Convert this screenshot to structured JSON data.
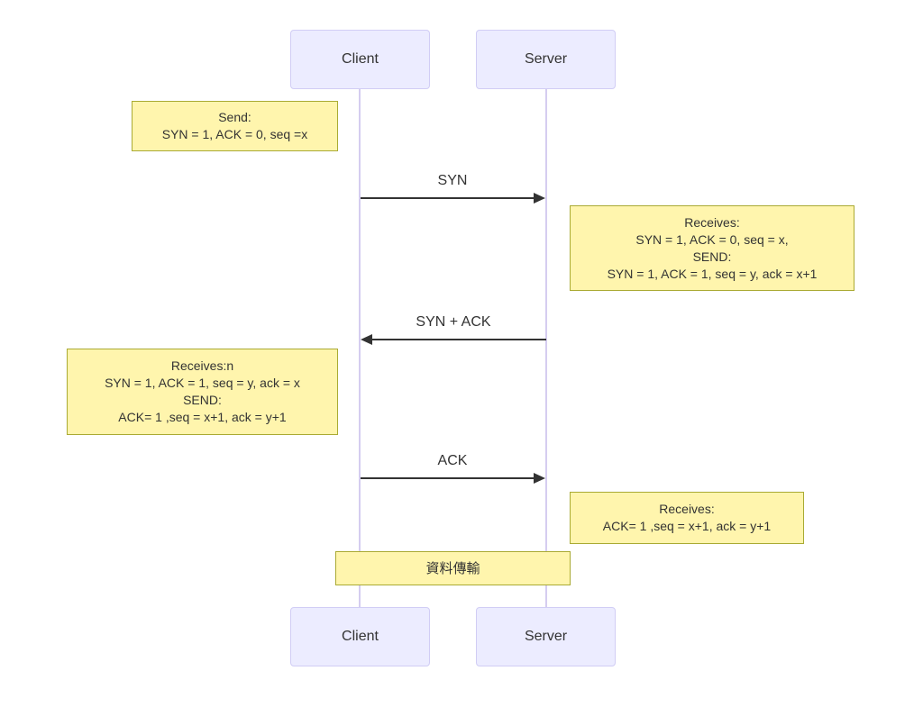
{
  "diagram": {
    "type": "sequence",
    "actors": [
      {
        "name": "Client"
      },
      {
        "name": "Server"
      }
    ],
    "messages": [
      {
        "label": "SYN",
        "from": "Client",
        "to": "Server",
        "direction": "right"
      },
      {
        "label": "SYN + ACK",
        "from": "Server",
        "to": "Client",
        "direction": "left"
      },
      {
        "label": "ACK",
        "from": "Client",
        "to": "Server",
        "direction": "right"
      }
    ],
    "notes": [
      {
        "position": "left-of-client",
        "lines": [
          "Send:",
          "SYN = 1, ACK = 0, seq =x"
        ]
      },
      {
        "position": "right-of-server",
        "lines": [
          "Receives:",
          "SYN = 1, ACK = 0, seq = x,",
          "SEND:",
          "SYN = 1, ACK = 1, seq = y, ack = x+1"
        ]
      },
      {
        "position": "left-of-client",
        "lines": [
          "Receives:n",
          "SYN = 1, ACK = 1, seq = y, ack = x",
          "SEND:",
          "ACK= 1 ,seq = x+1, ack = y+1"
        ]
      },
      {
        "position": "right-of-server",
        "lines": [
          "Receives:",
          "ACK= 1 ,seq = x+1, ack = y+1"
        ]
      },
      {
        "position": "over-both-lifelines",
        "lines": [
          "資料傳輸"
        ]
      }
    ],
    "colors": {
      "background": "#ffffff",
      "actor_fill": "#ECECFF",
      "actor_border": "#d1cdf5",
      "lifeline": "#d5cdf0",
      "note_fill": "#fff5ad",
      "note_border": "#aaaa33",
      "arrow": "#333333",
      "text": "#333333"
    }
  }
}
